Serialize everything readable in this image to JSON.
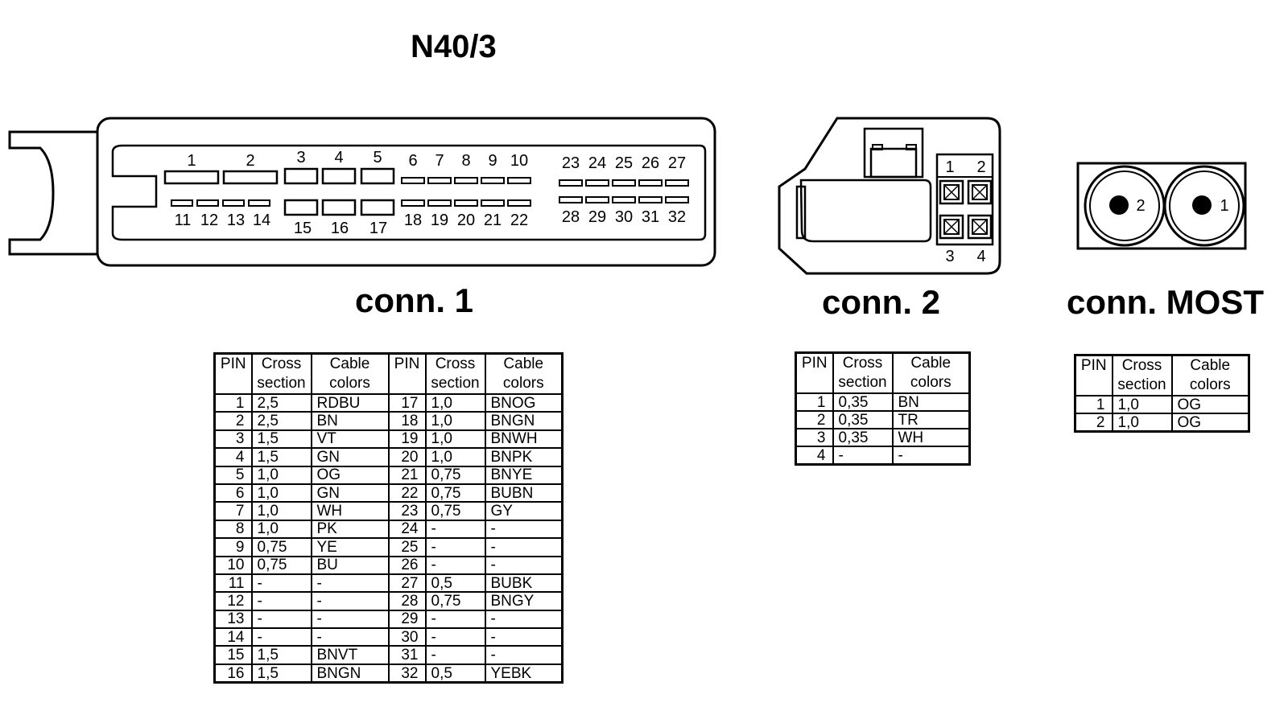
{
  "title": "N40/3",
  "conn1": {
    "caption": "conn. 1",
    "pin_labels": [
      "1",
      "2",
      "3",
      "4",
      "5",
      "6",
      "7",
      "8",
      "9",
      "10",
      "11",
      "12",
      "13",
      "14",
      "15",
      "16",
      "17",
      "18",
      "19",
      "20",
      "21",
      "22",
      "23",
      "24",
      "25",
      "26",
      "27",
      "28",
      "29",
      "30",
      "31",
      "32"
    ],
    "headers": [
      "PIN",
      "Cross section",
      "Cable colors",
      "PIN",
      "Cross section",
      "Cable colors"
    ],
    "rows": [
      [
        "1",
        "2,5",
        "RDBU",
        "17",
        "1,0",
        "BNOG"
      ],
      [
        "2",
        "2,5",
        "BN",
        "18",
        "1,0",
        "BNGN"
      ],
      [
        "3",
        "1,5",
        "VT",
        "19",
        "1,0",
        "BNWH"
      ],
      [
        "4",
        "1,5",
        "GN",
        "20",
        "1,0",
        "BNPK"
      ],
      [
        "5",
        "1,0",
        "OG",
        "21",
        "0,75",
        "BNYE"
      ],
      [
        "6",
        "1,0",
        "GN",
        "22",
        "0,75",
        "BUBN"
      ],
      [
        "7",
        "1,0",
        "WH",
        "23",
        "0,75",
        "GY"
      ],
      [
        "8",
        "1,0",
        "PK",
        "24",
        "-",
        "-"
      ],
      [
        "9",
        "0,75",
        "YE",
        "25",
        "-",
        "-"
      ],
      [
        "10",
        "0,75",
        "BU",
        "26",
        "-",
        "-"
      ],
      [
        "11",
        "-",
        "-",
        "27",
        "0,5",
        "BUBK"
      ],
      [
        "12",
        "-",
        "-",
        "28",
        "0,75",
        "BNGY"
      ],
      [
        "13",
        "-",
        "-",
        "29",
        "-",
        "-"
      ],
      [
        "14",
        "-",
        "-",
        "30",
        "-",
        "-"
      ],
      [
        "15",
        "1,5",
        "BNVT",
        "31",
        "-",
        "-"
      ],
      [
        "16",
        "1,5",
        "BNGN",
        "32",
        "0,5",
        "YEBK"
      ]
    ]
  },
  "conn2": {
    "caption": "conn. 2",
    "pin_labels": [
      "1",
      "2",
      "3",
      "4"
    ],
    "headers": [
      "PIN",
      "Cross section",
      "Cable colors"
    ],
    "rows": [
      [
        "1",
        "0,35",
        "BN"
      ],
      [
        "2",
        "0,35",
        "TR"
      ],
      [
        "3",
        "0,35",
        "WH"
      ],
      [
        "4",
        "-",
        "-"
      ]
    ]
  },
  "conn_most": {
    "caption": "conn. MOST",
    "pin_labels": [
      "2",
      "1"
    ],
    "headers": [
      "PIN",
      "Cross section",
      "Cable colors"
    ],
    "rows": [
      [
        "1",
        "1,0",
        "OG"
      ],
      [
        "2",
        "1,0",
        "OG"
      ]
    ]
  }
}
